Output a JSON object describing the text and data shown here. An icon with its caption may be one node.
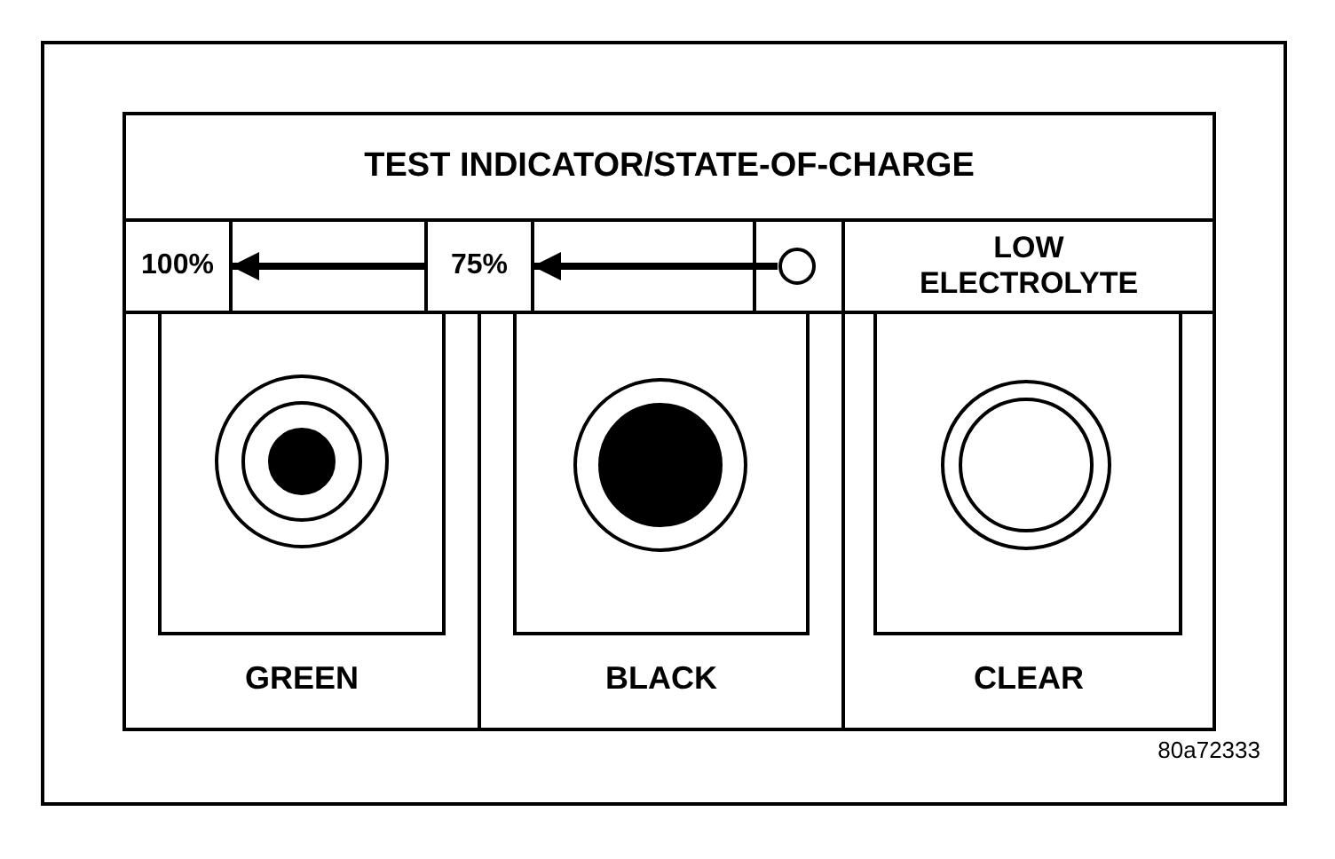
{
  "diagram": {
    "nodes": [
      {
        "text": [
          "TEST INDICATOR/STATE-OF-CHARGE"
        ]
      },
      {
        "text": [
          "100%"
        ]
      },
      {
        "text": [
          "75%"
        ]
      },
      {
        "text": [],
        "shape": "circle"
      },
      {
        "text": [
          "LOW ELECTROLYTE"
        ]
      },
      {
        "text": [
          "GREEN"
        ]
      },
      {
        "text": [
          "BLACK"
        ]
      },
      {
        "text": [
          "CLEAR"
        ]
      }
    ],
    "edges": [
      {
        "from": 2,
        "to": 1,
        "arrow": "to"
      },
      {
        "from": 3,
        "to": 2,
        "arrow": "to"
      }
    ],
    "labels": [
      "80a72333"
    ]
  }
}
